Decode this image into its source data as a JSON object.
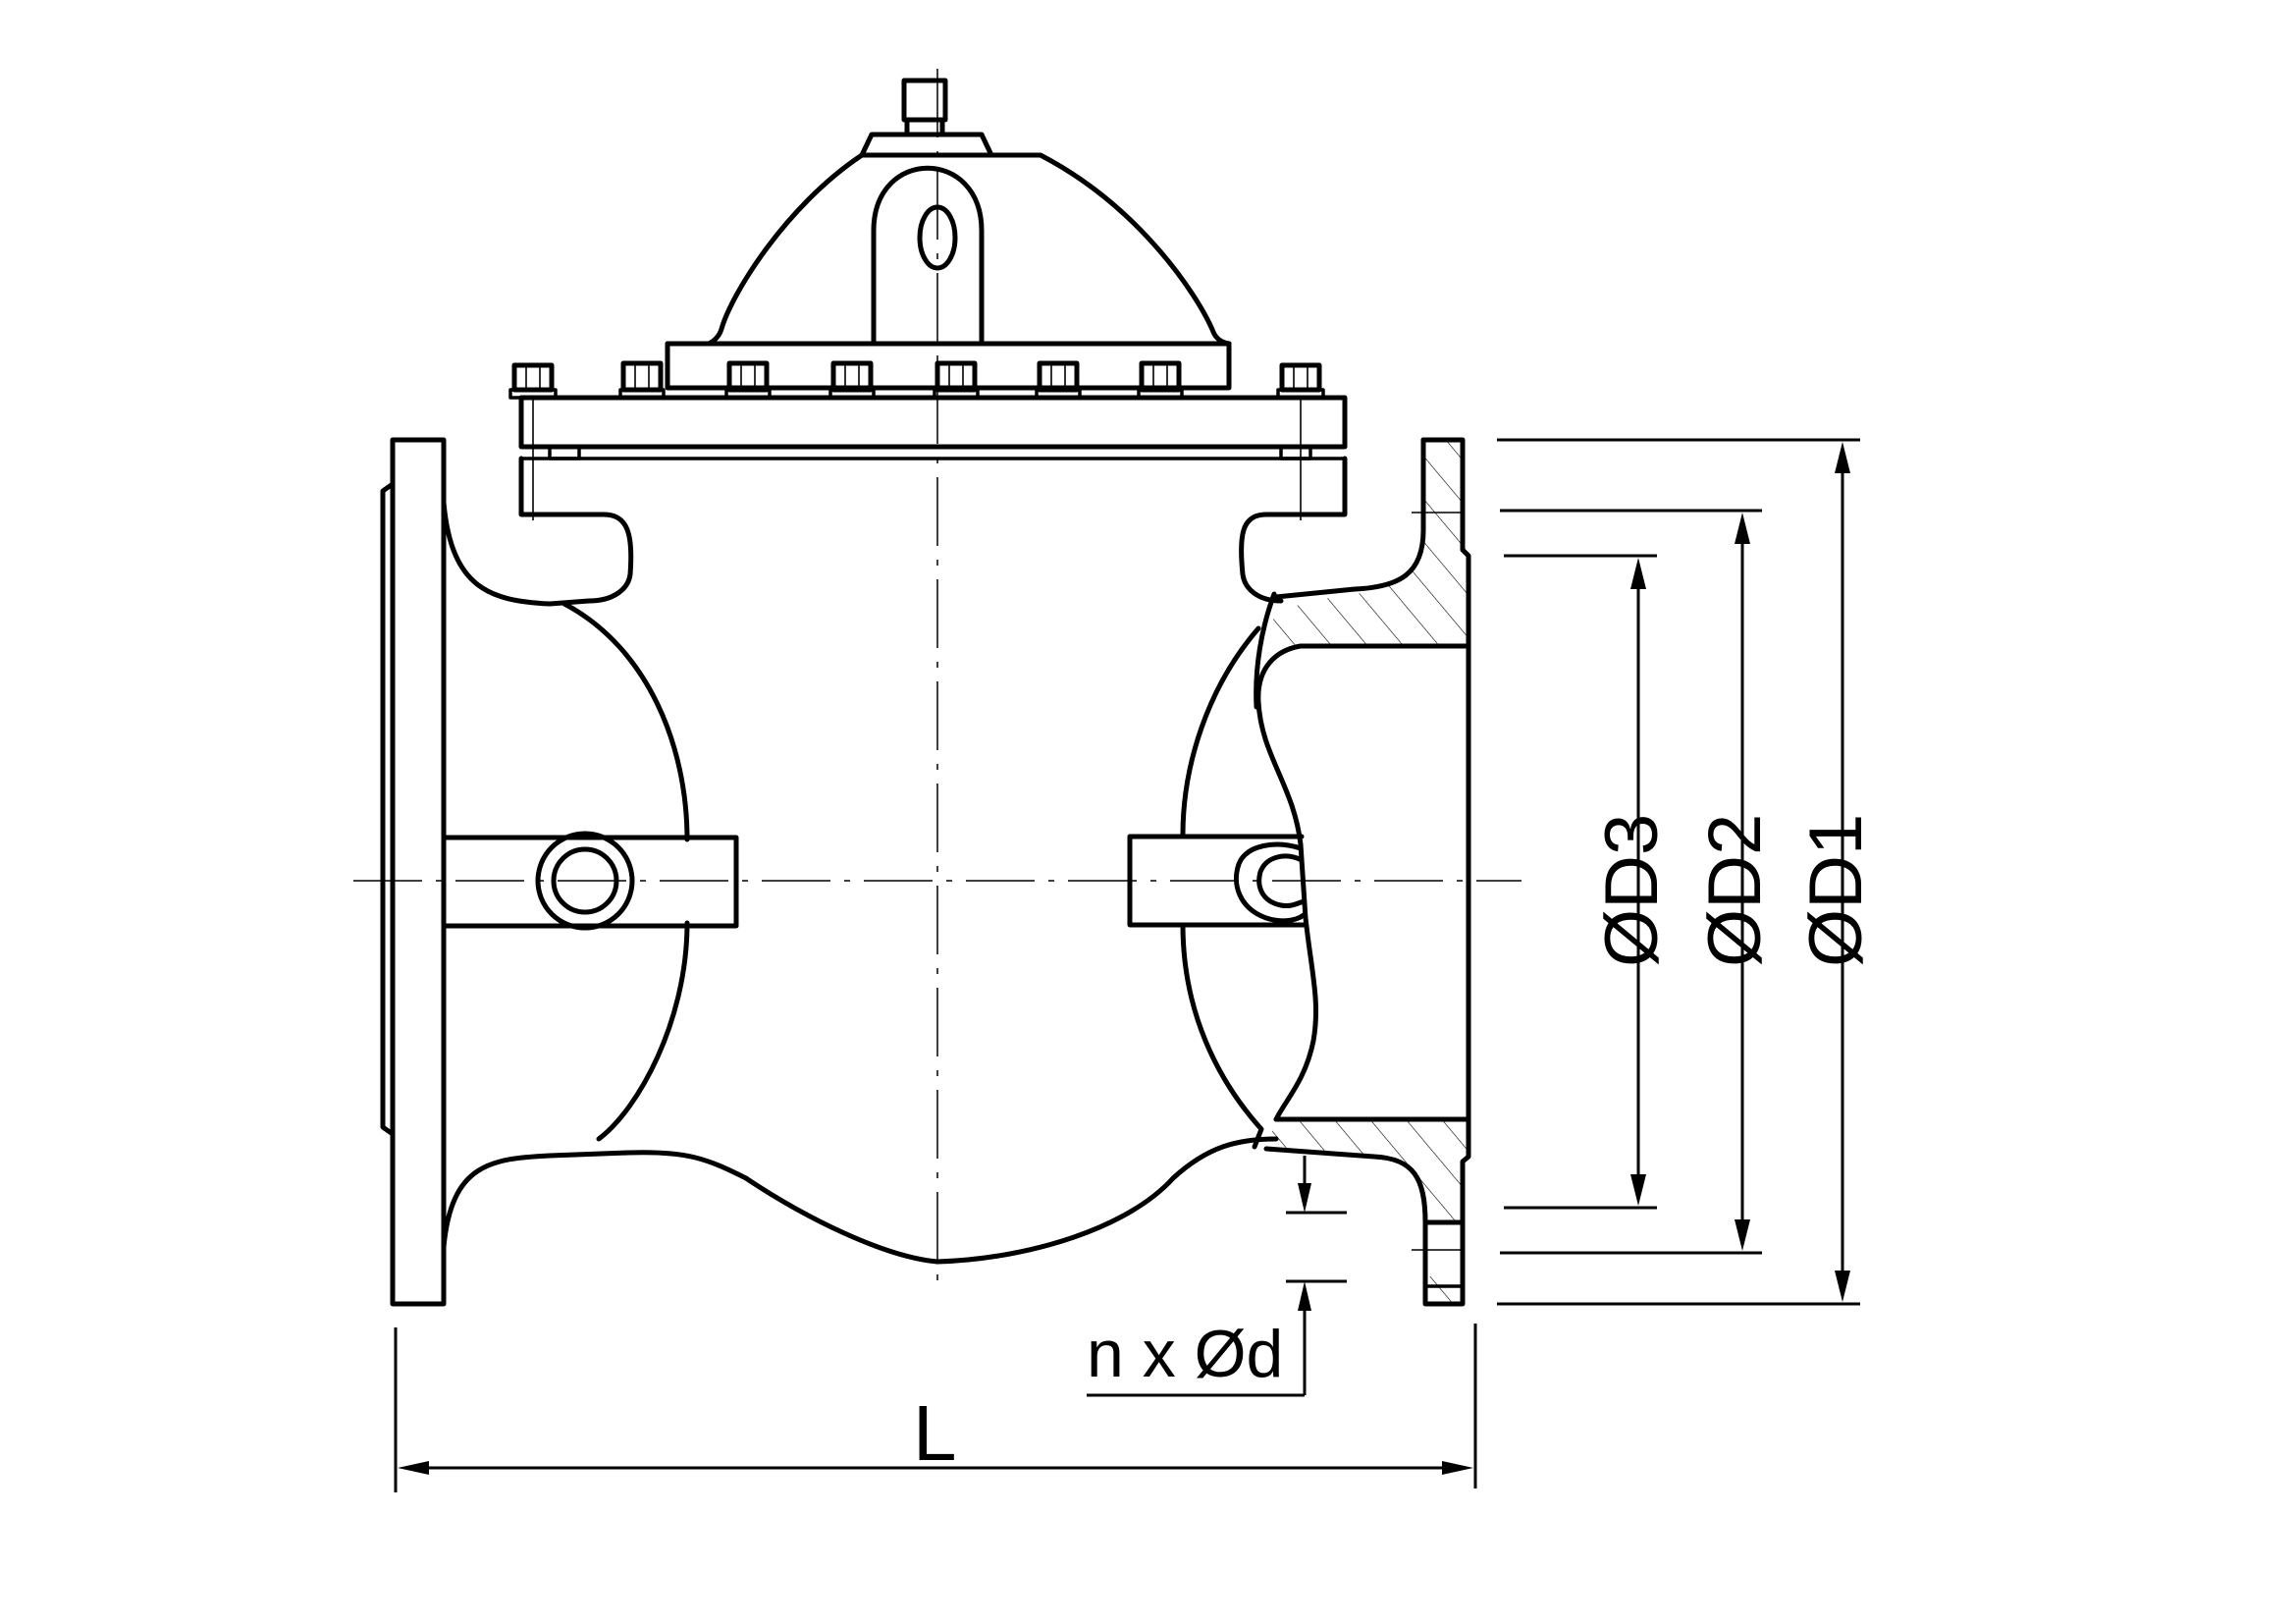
{
  "drawing": {
    "type": "technical-drawing",
    "subject": "flanged valve with bonnet, side view with partial section",
    "stroke_color": "#000000",
    "background": "#ffffff"
  },
  "dimensions": {
    "overall_length": {
      "label": "L"
    },
    "flange_outer_diameter": {
      "label": "ØD1"
    },
    "bolt_circle_diameter": {
      "label": "ØD2"
    },
    "raised_face_diameter": {
      "label": "ØD3"
    },
    "bolt_holes": {
      "label": "n x Ød"
    }
  }
}
